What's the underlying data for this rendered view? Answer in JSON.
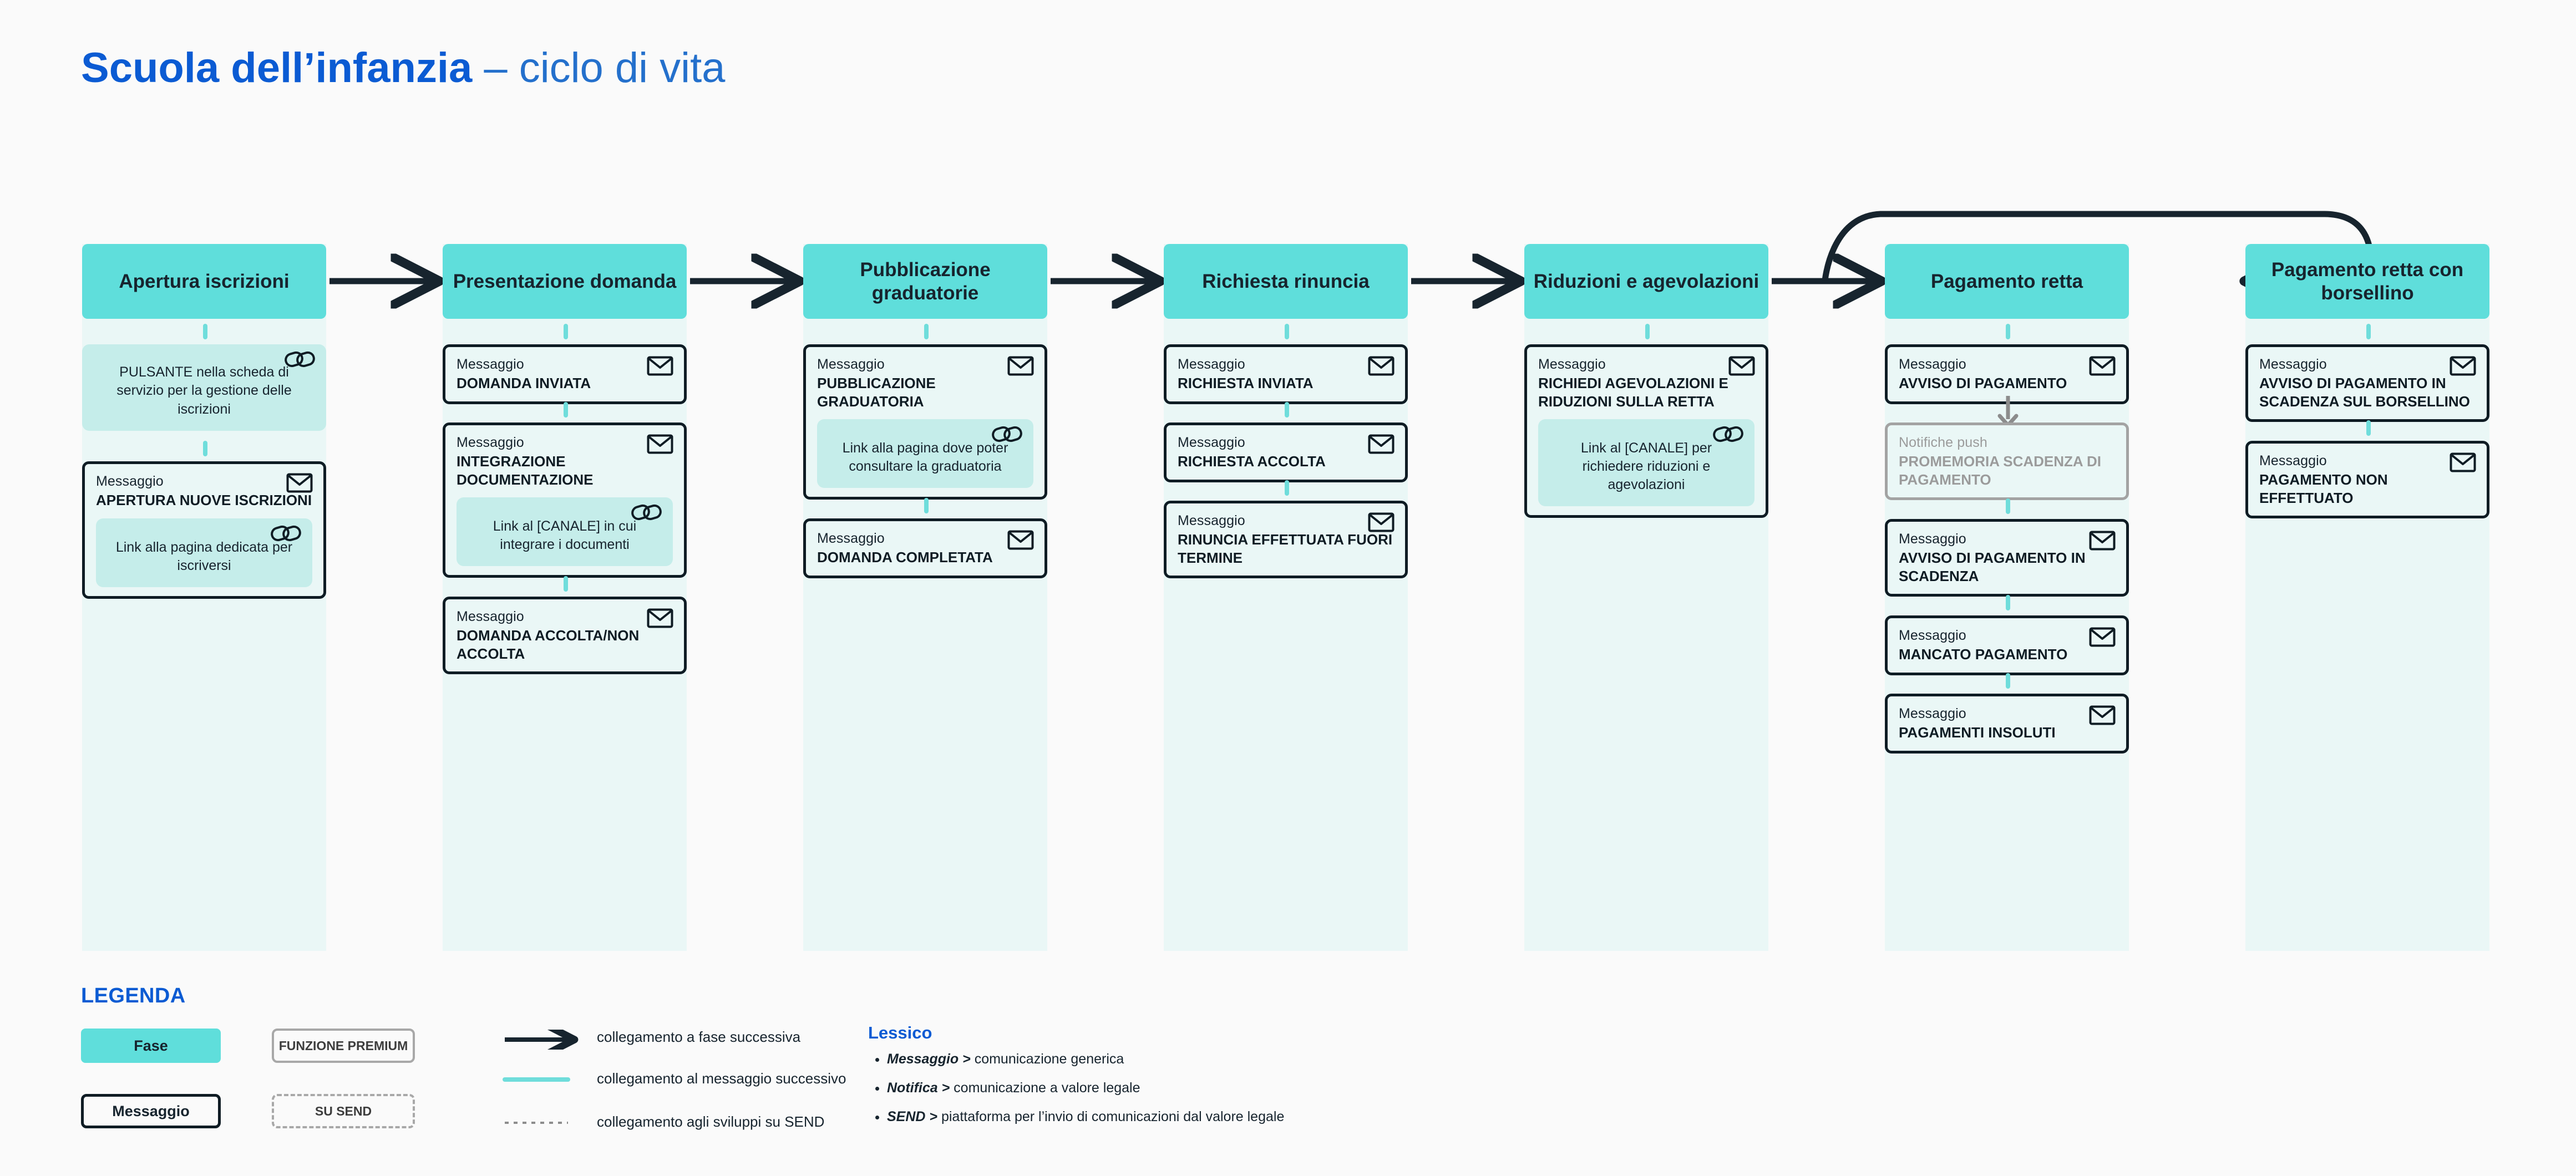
{
  "title": {
    "bold": "Scuola dell’infanzia",
    "light": " – ciclo di vita"
  },
  "colors": {
    "phase": "#5FDEDB",
    "column_bg": "#EAF7F6",
    "link_box": "#C5EDEA",
    "accent_blue": "#0B5BD3",
    "connector_teal": "#6FDDDB",
    "push_grey": "#A3A3A3"
  },
  "icons": {
    "envelope": "envelope-icon",
    "chain": "chain-link-icon",
    "arrow": "arrow-icon"
  },
  "columns": [
    {
      "phase": "Apertura iscrizioni",
      "standalone_link": {
        "text": "PULSANTE nella scheda di servizio per la gestione delle iscrizioni"
      },
      "cards": [
        {
          "kind": "Messaggio",
          "title": "APERTURA NUOVE ISCRIZIONI",
          "link": "Link alla pagina dedicata per iscriversi",
          "push": false
        }
      ]
    },
    {
      "phase": "Presentazione domanda",
      "standalone_link": null,
      "cards": [
        {
          "kind": "Messaggio",
          "title": "DOMANDA INVIATA",
          "link": null,
          "push": false
        },
        {
          "kind": "Messaggio",
          "title": "INTEGRAZIONE DOCUMENTAZIONE",
          "link": "Link al [CANALE] in cui integrare i documenti",
          "push": false
        },
        {
          "kind": "Messaggio",
          "title": "DOMANDA ACCOLTA/NON ACCOLTA",
          "link": null,
          "push": false
        }
      ]
    },
    {
      "phase": "Pubblicazione graduatorie",
      "standalone_link": null,
      "cards": [
        {
          "kind": "Messaggio",
          "title": "PUBBLICAZIONE GRADUATORIA",
          "link": "Link alla pagina dove poter consultare la graduatoria",
          "push": false
        },
        {
          "kind": "Messaggio",
          "title": "DOMANDA COMPLETATA",
          "link": null,
          "push": false
        }
      ]
    },
    {
      "phase": "Richiesta rinuncia",
      "standalone_link": null,
      "cards": [
        {
          "kind": "Messaggio",
          "title": "RICHIESTA INVIATA",
          "link": null,
          "push": false
        },
        {
          "kind": "Messaggio",
          "title": "RICHIESTA ACCOLTA",
          "link": null,
          "push": false
        },
        {
          "kind": "Messaggio",
          "title": "RINUNCIA EFFETTUATA FUORI TERMINE",
          "link": null,
          "push": false
        }
      ]
    },
    {
      "phase": "Riduzioni e agevolazioni",
      "standalone_link": null,
      "cards": [
        {
          "kind": "Messaggio",
          "title": "RICHIEDI AGEVOLAZIONI E RIDUZIONI SULLA RETTA",
          "link": "Link al [CANALE] per richiedere riduzioni e agevolazioni",
          "push": false
        }
      ]
    },
    {
      "phase": "Pagamento retta",
      "standalone_link": null,
      "cards": [
        {
          "kind": "Messaggio",
          "title": "AVVISO DI PAGAMENTO",
          "link": null,
          "push": false
        },
        {
          "kind": "Notifiche push",
          "title": "PROMEMORIA SCADENZA DI PAGAMENTO",
          "link": null,
          "push": true
        },
        {
          "kind": "Messaggio",
          "title": "AVVISO DI PAGAMENTO IN SCADENZA",
          "link": null,
          "push": false
        },
        {
          "kind": "Messaggio",
          "title": "MANCATO PAGAMENTO",
          "link": null,
          "push": false
        },
        {
          "kind": "Messaggio",
          "title": "PAGAMENTI INSOLUTI",
          "link": null,
          "push": false
        }
      ]
    },
    {
      "phase": "Pagamento retta con borsellino",
      "standalone_link": null,
      "cards": [
        {
          "kind": "Messaggio",
          "title": "AVVISO DI PAGAMENTO IN SCADENZA SUL BORSELLINO",
          "link": null,
          "push": false
        },
        {
          "kind": "Messaggio",
          "title": "PAGAMENTO NON EFFETTUATO",
          "link": null,
          "push": false
        }
      ]
    }
  ],
  "legend": {
    "heading": "LEGENDA",
    "chips": {
      "fase": "Fase",
      "messaggio": "Messaggio",
      "premium": "FUNZIONE PREMIUM",
      "send": "SU SEND"
    },
    "lines": [
      {
        "style": "solid-arrow",
        "label": "collegamento a fase successiva"
      },
      {
        "style": "teal",
        "label": "collegamento al messaggio successivo"
      },
      {
        "style": "dotted",
        "label": "collegamento agli sviluppi su SEND"
      }
    ]
  },
  "lessico": {
    "heading": "Lessico",
    "items": [
      {
        "term": "Messaggio >",
        "def": " comunicazione generica"
      },
      {
        "term": "Notifica >",
        "def": " comunicazione a valore legale"
      },
      {
        "term": "SEND >",
        "def": " piattaforma per  l’invio di comunicazioni dal valore legale"
      }
    ]
  }
}
